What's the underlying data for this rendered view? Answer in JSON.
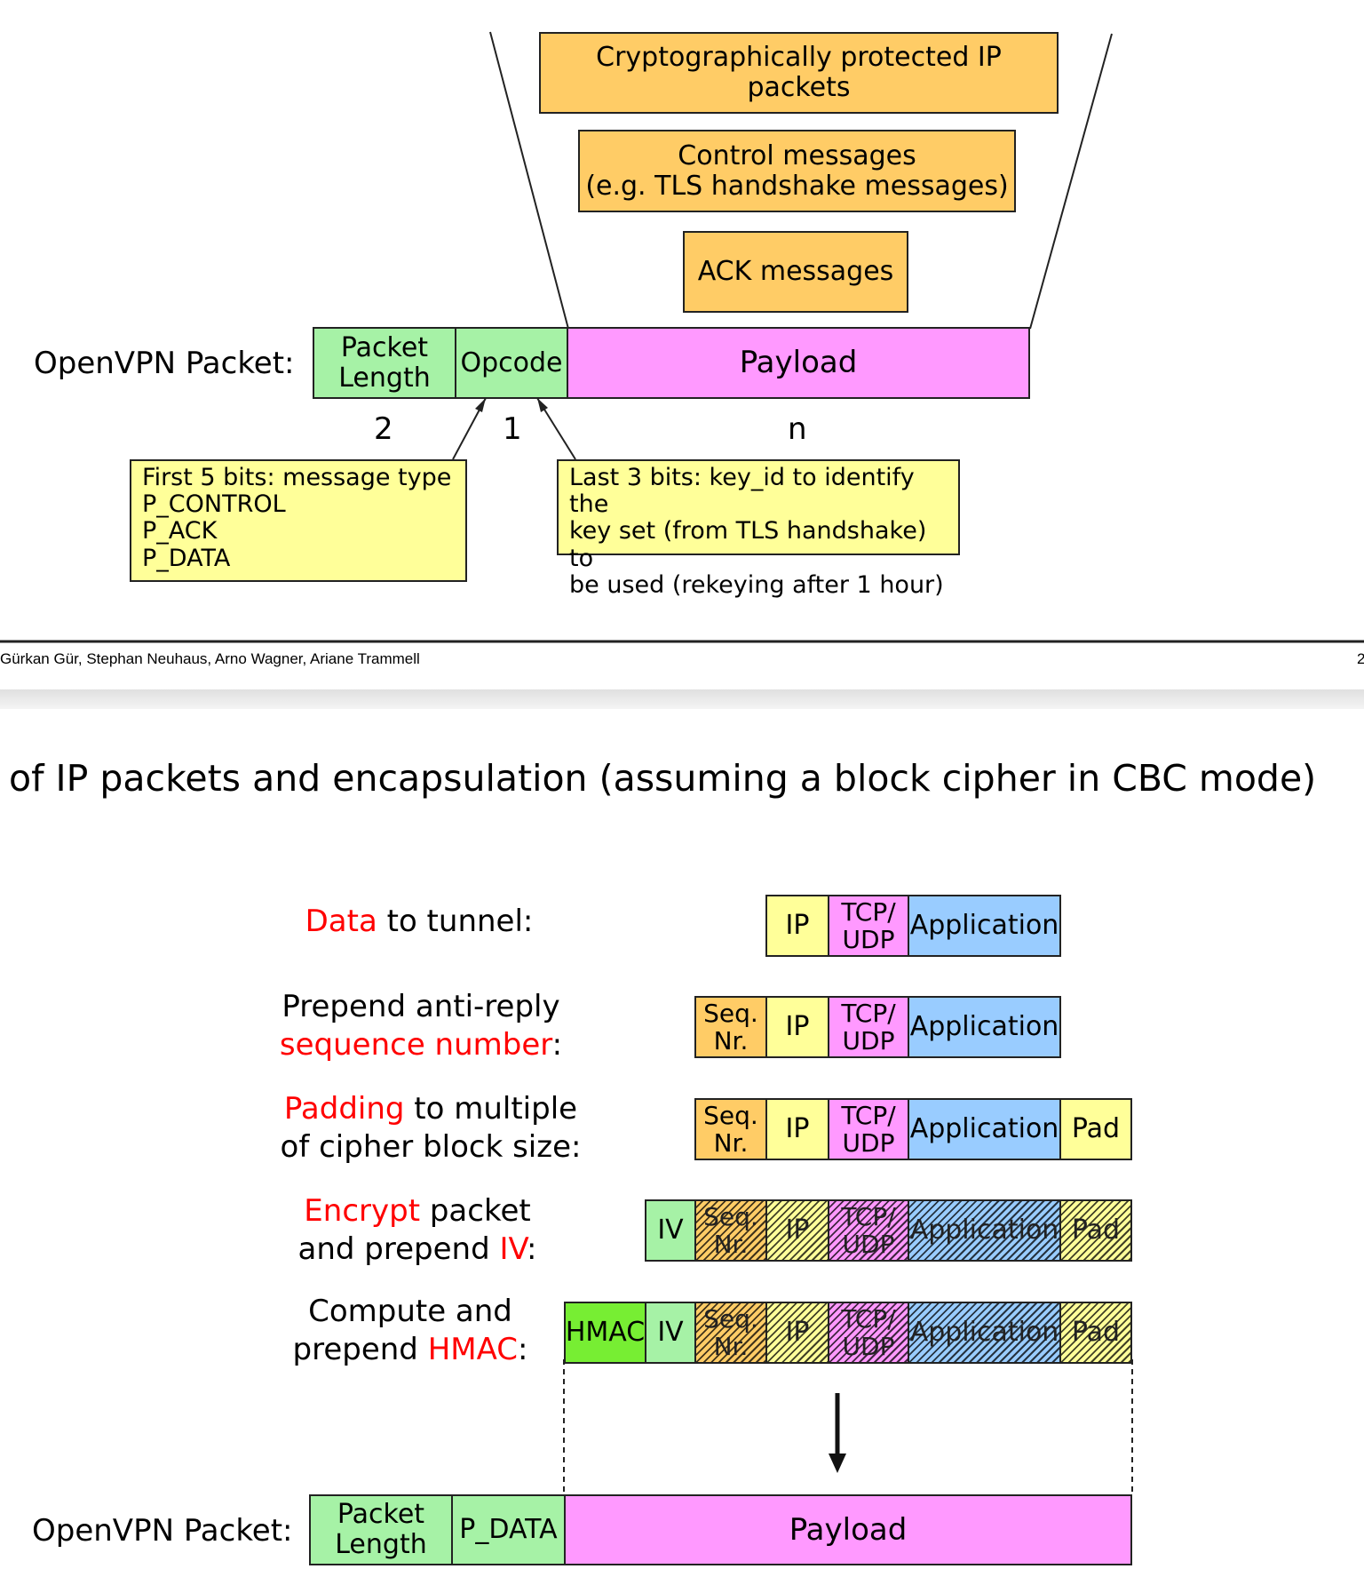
{
  "top": {
    "stack": [
      "Cryptographically protected IP packets",
      "Control messages\n(e.g. TLS handshake messages)",
      "ACK messages"
    ],
    "packet_label": "OpenVPN Packet:",
    "fields": {
      "packet_length": "Packet\nLength",
      "opcode": "Opcode",
      "payload": "Payload"
    },
    "sizes": {
      "packet_length": "2",
      "opcode": "1",
      "payload": "n"
    },
    "note_left": "First 5 bits: message type\nP_CONTROL\nP_ACK\nP_DATA",
    "note_right": "Last 3 bits: key_id to identify the\nkey set (from TLS handshake) to\nbe used (rekeying after 1 hour)"
  },
  "footer": {
    "authors": "Gürkan Gür, Stephan Neuhaus, Arno Wagner, Ariane Trammell",
    "page": "2"
  },
  "bottom": {
    "title": "of IP packets and encapsulation (assuming a block cipher in CBC mode)",
    "steps": [
      {
        "red1": "Data",
        "text1": " to tunnel:"
      },
      {
        "line1": "Prepend anti-reply",
        "red2": "sequence number",
        "text2": ":"
      },
      {
        "red1": "Padding",
        "text1": " to multiple",
        "line2": "of cipher block size:"
      },
      {
        "red1": "Encrypt",
        "text1": " packet",
        "text2a": "and prepend ",
        "red2": "IV",
        "text2b": ":"
      },
      {
        "line1": "Compute and",
        "text2a": "prepend ",
        "red2": "HMAC",
        "text2b": ":"
      }
    ],
    "cells": {
      "ip": "IP",
      "tcp_udp": "TCP/\nUDP",
      "application": "Application",
      "seq_nr": "Seq.\nNr.",
      "pad": "Pad",
      "iv": "IV",
      "hmac": "HMAC"
    },
    "packet_label": "OpenVPN Packet:",
    "fields": {
      "packet_length": "Packet\nLength",
      "p_data": "P_DATA",
      "payload": "Payload"
    }
  }
}
